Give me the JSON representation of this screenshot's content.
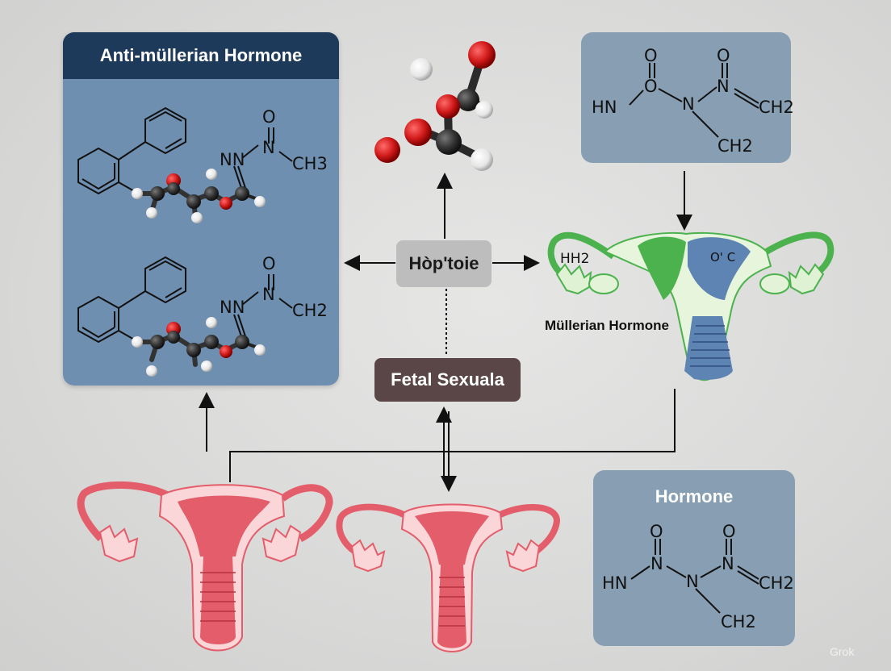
{
  "panels": {
    "amh_title": "Anti-müllerian Hormone",
    "hormone_title": "Hormone"
  },
  "boxes": {
    "center_label": "Hòp'toie",
    "fetal_label": "Fetal Sexuala"
  },
  "labels": {
    "mullerian_hormone": "Müllerian Hormone",
    "uterus_hh2": "HH2",
    "uterus_oc": "O' C"
  },
  "chem": {
    "amh_top": {
      "o": "O",
      "nn": "NN",
      "n": "N",
      "group": "CH3"
    },
    "amh_bottom": {
      "o": "O",
      "nn": "NN",
      "n": "N",
      "group": "CH2"
    },
    "top_right": {
      "o1": "O",
      "o2": "O",
      "hn": "HN",
      "o_mid": "O",
      "n_mid": "N",
      "n_right": "N",
      "ch2_right": "CH2",
      "ch2_bottom": "CH2"
    },
    "bottom_right": {
      "o1": "O",
      "o2": "O",
      "hn": "HN",
      "n1": "N",
      "n_mid": "N",
      "n_right": "N",
      "ch2_right": "CH2",
      "ch2_bottom": "CH2"
    }
  },
  "watermark": "Grok",
  "colors": {
    "navy": "#1e3a5a",
    "panel_blue": "#6f8fb0",
    "steel_blue": "#889fb3",
    "uterus_pink": "#e35d6a",
    "uterus_green": "#4cb24e",
    "oxygen_red": "#d11a1a",
    "carbon_dark": "#333333"
  }
}
